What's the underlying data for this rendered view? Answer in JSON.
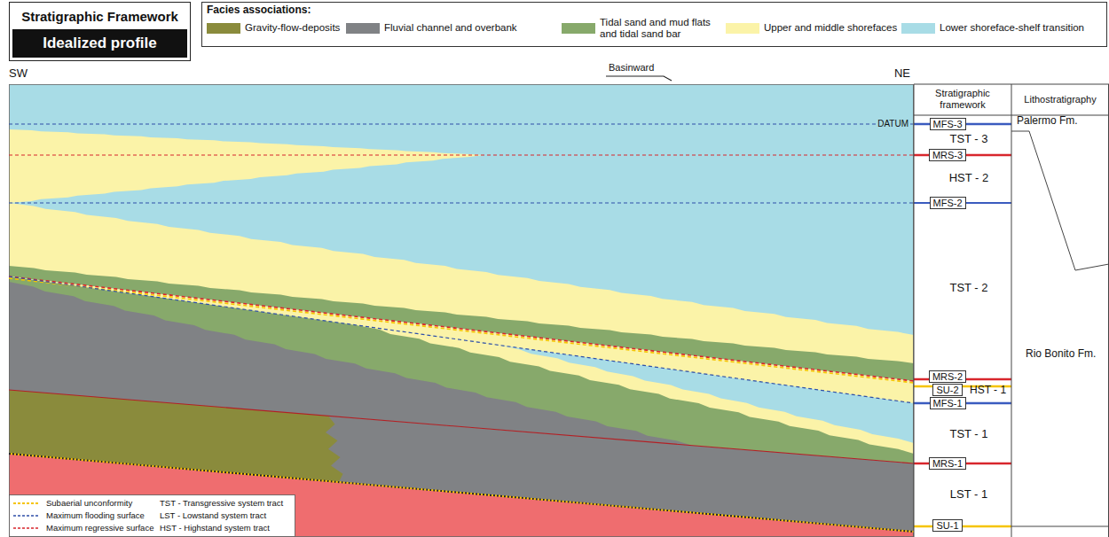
{
  "diagram": {
    "nodes": [
      {
        "text": [
          "Stratigraphic Framework",
          "Idealized profile"
        ]
      },
      {
        "text": [
          "MFS-3"
        ]
      },
      {
        "text": [
          "MRS-3"
        ]
      },
      {
        "text": [
          "MFS-2"
        ]
      },
      {
        "text": [
          "MRS-2"
        ]
      },
      {
        "text": [
          "SU-2"
        ]
      },
      {
        "text": [
          "MFS-1"
        ]
      },
      {
        "text": [
          "MRS-1"
        ]
      },
      {
        "text": [
          "SU-1"
        ]
      }
    ],
    "labels": [
      "Facies associations:",
      "SW",
      "Basinward",
      "NE",
      "DATUM",
      "Stratigraphic framework",
      "Lithostratigraphy",
      "TST - 3",
      "HST - 2",
      "TST - 2",
      "HST - 1",
      "TST - 1",
      "LST - 1",
      "Palermo Fm.",
      "Rio Bonito Fm.",
      "TST - Transgressive system tract",
      "LST - Lowstand system tract",
      "HST - Highstand system tract"
    ],
    "legend": [
      {
        "text": "Gravity-flow-deposits",
        "color": "#8a8b3c"
      },
      {
        "text": "Fluvial channel and overbank",
        "color": "#808285"
      },
      {
        "text": "Tidal sand and mud flats and tidal sand bar",
        "color": "#87a96b"
      },
      {
        "text": "Upper and middle shorefaces",
        "color": "#fbf3a8"
      },
      {
        "text": "Lower shoreface-shelf transition",
        "color": "#a8dce6"
      },
      {
        "text": "Subaerial unconformity"
      },
      {
        "text": "Maximum flooding surface"
      },
      {
        "text": "Maximum regressive surface"
      }
    ]
  }
}
